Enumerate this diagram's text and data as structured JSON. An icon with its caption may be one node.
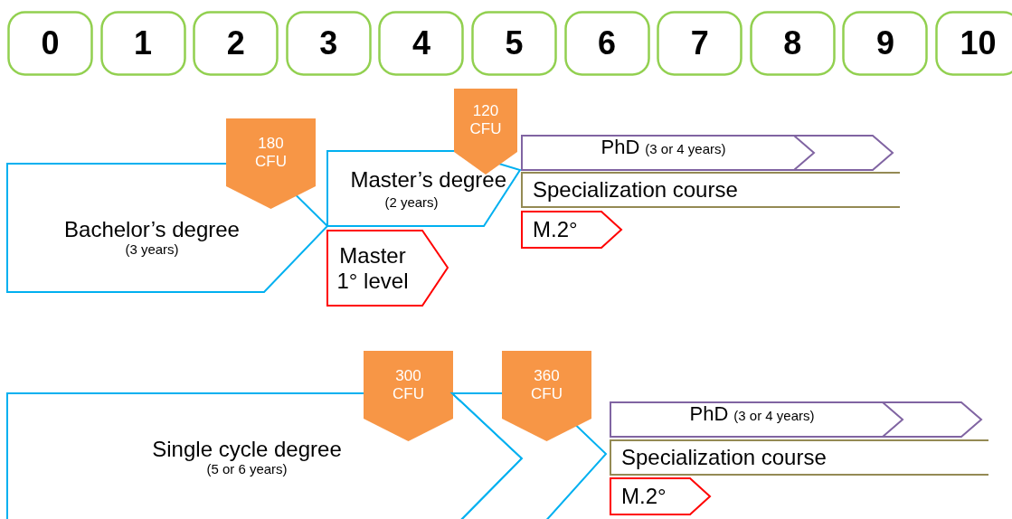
{
  "diagram": {
    "nodes": [
      {
        "text": [
          "0"
        ]
      },
      {
        "text": [
          "1"
        ]
      },
      {
        "text": [
          "2"
        ]
      },
      {
        "text": [
          "3"
        ]
      },
      {
        "text": [
          "4"
        ]
      },
      {
        "text": [
          "5"
        ]
      },
      {
        "text": [
          "6"
        ]
      },
      {
        "text": [
          "7"
        ]
      },
      {
        "text": [
          "8"
        ]
      },
      {
        "text": [
          "9"
        ]
      },
      {
        "text": [
          "10"
        ]
      },
      {
        "text": [
          "Bachelor’s degree",
          "(3 years)"
        ]
      },
      {
        "text": [
          "180 CFU"
        ]
      },
      {
        "text": [
          "Master’s degree",
          "(2 years)"
        ]
      },
      {
        "text": [
          "120 CFU"
        ]
      },
      {
        "text": [
          "Master 1° level"
        ]
      },
      {
        "text": [
          "PhD",
          "(3 or 4 years)"
        ]
      },
      {
        "text": [
          "Specialization course"
        ]
      },
      {
        "text": [
          "M.2°"
        ]
      },
      {
        "text": [
          "Single cycle degree",
          "(5 or 6 years)"
        ]
      },
      {
        "text": [
          "300 CFU"
        ]
      },
      {
        "text": [],
        "shape": "arrow"
      },
      {
        "text": [
          "360 CFU"
        ]
      },
      {
        "text": [
          "PhD",
          "(3 or 4 years)"
        ]
      },
      {
        "text": [
          "Specialization course"
        ]
      },
      {
        "text": [
          "M.2°"
        ]
      }
    ]
  }
}
